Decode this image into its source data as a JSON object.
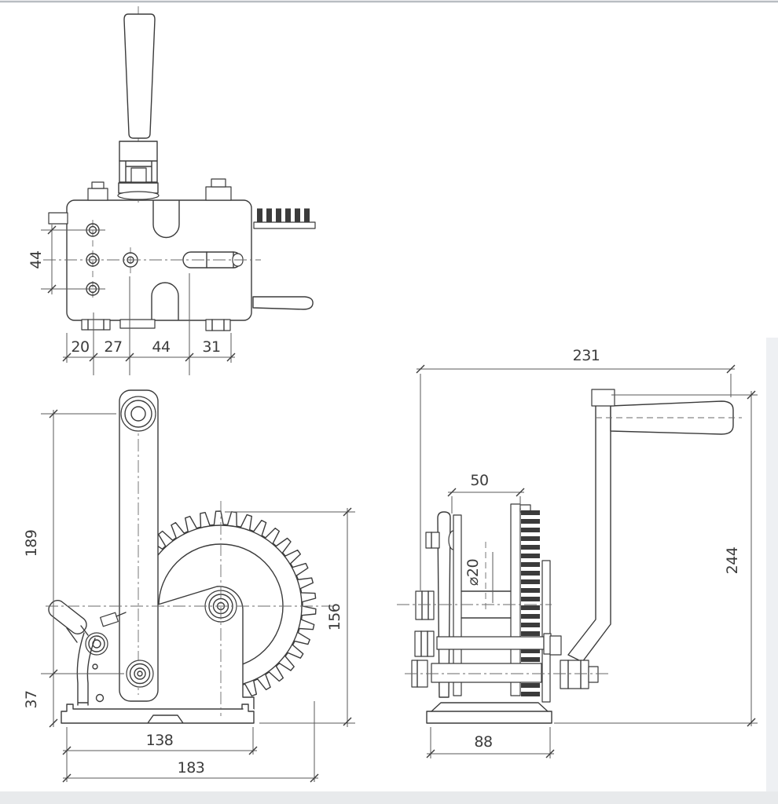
{
  "drawing": {
    "colors": {
      "background": "#ffffff",
      "line": "#3b3b3b",
      "dim_line": "#5a5a5a",
      "text": "#3c3c3c",
      "right_band": "#eef0f3",
      "bottom_band": "#e8eaec",
      "top_rule": "#b9bdc2"
    },
    "top_view": {
      "dim_vertical_hole_spacing": "44",
      "dim_segments": [
        "20",
        "27",
        "44",
        "31"
      ]
    },
    "side_view": {
      "dim_height_to_pivot": "189",
      "dim_base_height": "37",
      "dim_gear_height": "156",
      "dim_inner_length": "138",
      "dim_overall_length": "183"
    },
    "front_view": {
      "dim_overall_width": "231",
      "dim_drum_width": "50",
      "dim_drum_diameter": "⌀20",
      "dim_overall_height": "244",
      "dim_base_width": "88"
    }
  }
}
